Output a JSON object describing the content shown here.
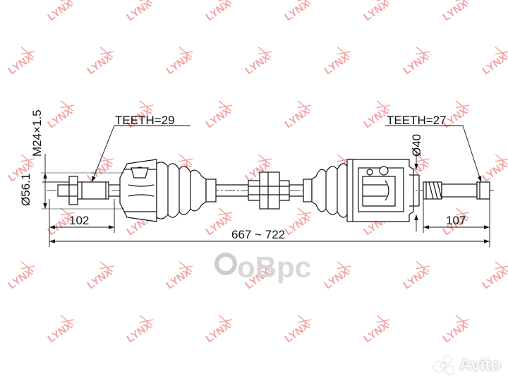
{
  "labels": {
    "teeth_left": "TEETH=29",
    "teeth_right": "TEETH=27",
    "thread": "M24×1.5",
    "diam_left": "Ø56.1",
    "diam_right": "Ø40",
    "len_left": "102",
    "len_total": "667 ~ 722",
    "len_right": "107"
  },
  "watermark": {
    "brand": "LYNX",
    "center_brand": "oBpc",
    "color": "#f08c8c"
  },
  "badge": {
    "text": "Avito"
  }
}
